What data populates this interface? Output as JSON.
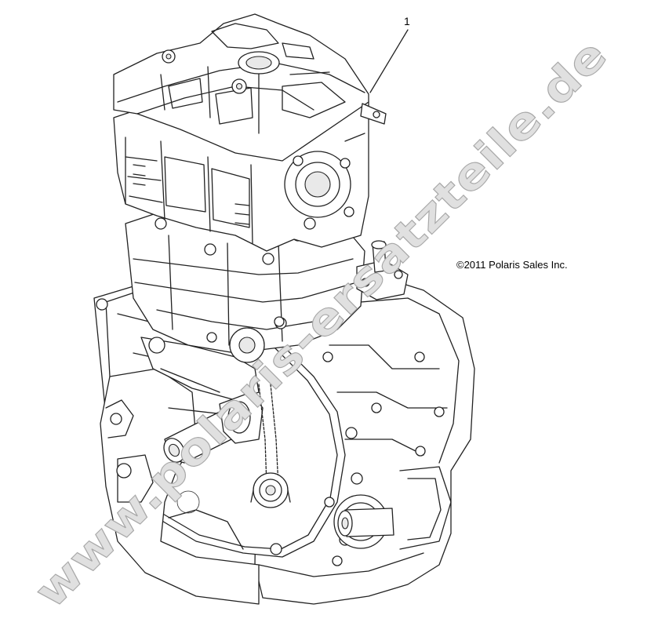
{
  "diagram": {
    "callout_label": "1",
    "copyright": "©2011 Polaris Sales Inc.",
    "watermark": "www.polaris-ersatzteile.de"
  },
  "colors": {
    "line": "#222222",
    "watermark_fill": "#e0e0e0",
    "watermark_stroke": "#a8a8a8",
    "background": "#ffffff"
  }
}
